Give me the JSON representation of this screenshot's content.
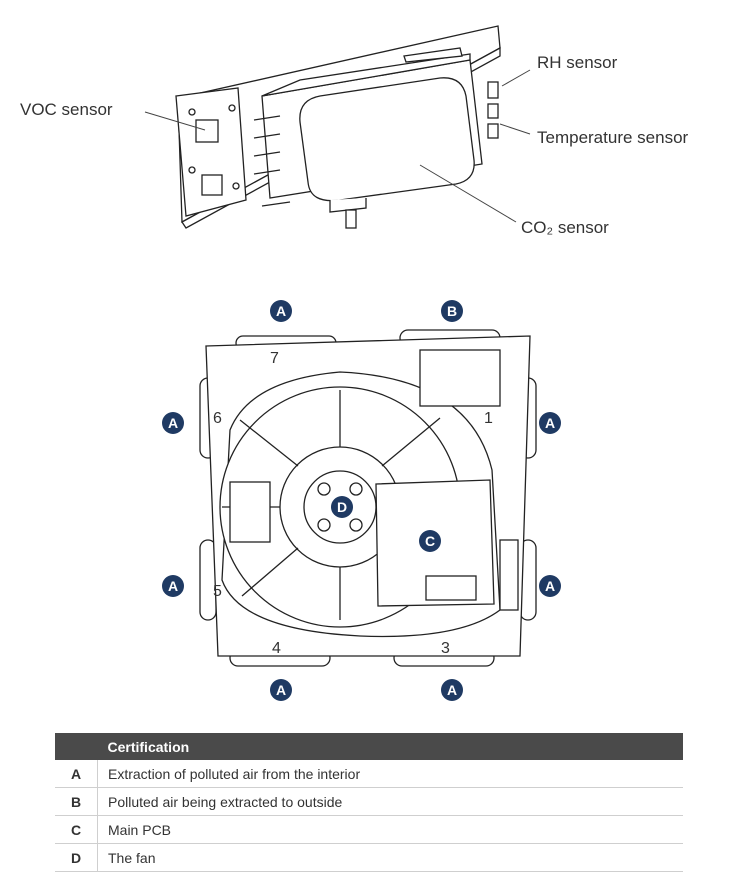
{
  "sensors": {
    "rh": "RH sensor",
    "voc": "VOC sensor",
    "temperature": "Temperature sensor",
    "co2": "CO₂ sensor"
  },
  "badges": {
    "a": "A",
    "b": "B",
    "c": "C",
    "d": "D"
  },
  "port_numbers": [
    "7",
    "6",
    "1",
    "5",
    "4",
    "3"
  ],
  "table": {
    "header": "Certification",
    "rows": [
      {
        "key": "A",
        "text": "Extraction of polluted air from the interior"
      },
      {
        "key": "B",
        "text": "Polluted air being extracted to outside"
      },
      {
        "key": "C",
        "text": "Main PCB"
      },
      {
        "key": "D",
        "text": "The fan"
      }
    ]
  },
  "colors": {
    "badge": "#1f3a63",
    "table_header": "#4a4a4a"
  }
}
